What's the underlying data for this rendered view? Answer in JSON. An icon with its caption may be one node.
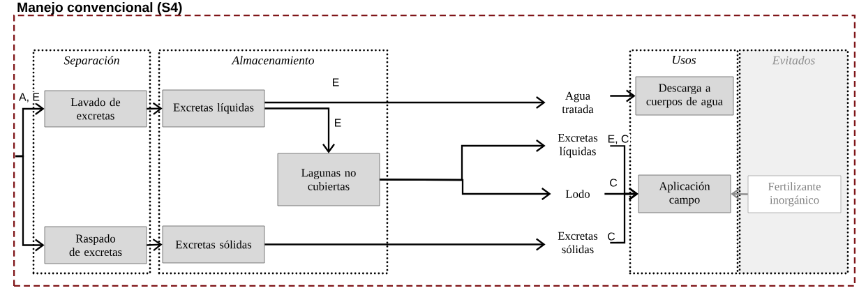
{
  "diagram": {
    "nodes": [
      {
        "text": [
          "Manejo convencional (S4)"
        ]
      },
      {
        "text": [
          "Separación"
        ],
        "in": 0
      },
      {
        "text": [
          "Almacenamiento"
        ],
        "in": 0
      },
      {
        "text": [
          "Usos"
        ],
        "in": 0
      },
      {
        "text": [
          "Evitados"
        ],
        "in": 0
      },
      {
        "text": [
          "Lavado de excretas"
        ],
        "in": 1
      },
      {
        "text": [
          "Raspado de excretas"
        ],
        "in": 1
      },
      {
        "text": [
          "Excretas líquidas"
        ],
        "in": 2
      },
      {
        "text": [
          "Excretas sólidas"
        ],
        "in": 2
      },
      {
        "text": [
          "Lagunas no cubiertas"
        ],
        "in": 2
      },
      {
        "text": [
          "Agua tratada"
        ],
        "in": 0
      },
      {
        "text": [
          "Excretas líquidas"
        ],
        "in": 0
      },
      {
        "text": [
          "Lodo"
        ],
        "in": 0
      },
      {
        "text": [
          "Excretas sólidas"
        ],
        "in": 0
      },
      {
        "text": [
          "Descarga a cuerpos de agua"
        ],
        "in": 3
      },
      {
        "text": [
          "Aplicación campo"
        ],
        "in": 3
      },
      {
        "text": [
          "Fertilizante inorgánico"
        ],
        "in": 4
      }
    ],
    "edges": [
      {
        "from": null,
        "to": 5,
        "arrow": "to",
        "label": "A, E"
      },
      {
        "from": null,
        "to": 6,
        "arrow": "to"
      },
      {
        "from": 5,
        "to": 7,
        "arrow": "to"
      },
      {
        "from": 6,
        "to": 8,
        "arrow": "to"
      },
      {
        "from": 7,
        "to": 10,
        "arrow": "to",
        "label": "E"
      },
      {
        "from": 7,
        "to": 9,
        "arrow": "to",
        "label": "E"
      },
      {
        "from": 9,
        "to": 11,
        "arrow": "to"
      },
      {
        "from": 9,
        "to": 12,
        "arrow": "to"
      },
      {
        "from": 8,
        "to": 13,
        "arrow": "to"
      },
      {
        "from": 10,
        "to": 14,
        "arrow": "to"
      },
      {
        "from": 11,
        "to": 15,
        "arrow": "to",
        "label": "E, C"
      },
      {
        "from": 12,
        "to": 15,
        "arrow": "to",
        "label": "C"
      },
      {
        "from": 13,
        "to": 15,
        "arrow": "to",
        "label": "C"
      },
      {
        "from": 16,
        "to": 15,
        "arrow": "to",
        "color": "#8c8c8c"
      }
    ]
  }
}
